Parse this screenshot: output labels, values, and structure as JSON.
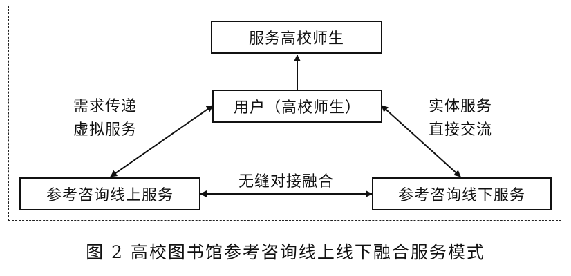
{
  "nodes": {
    "top": "服务高校师生",
    "center": "用户（高校师生）",
    "left": "参考咨询线上服务",
    "right": "参考咨询线下服务"
  },
  "edge_labels": {
    "left_line1": "需求传递",
    "left_line2": "虚拟服务",
    "right_line1": "实体服务",
    "right_line2": "直接交流",
    "bottom": "无缝对接融合"
  },
  "caption": "图 2    高校图书馆参考咨询线上线下融合服务模式"
}
